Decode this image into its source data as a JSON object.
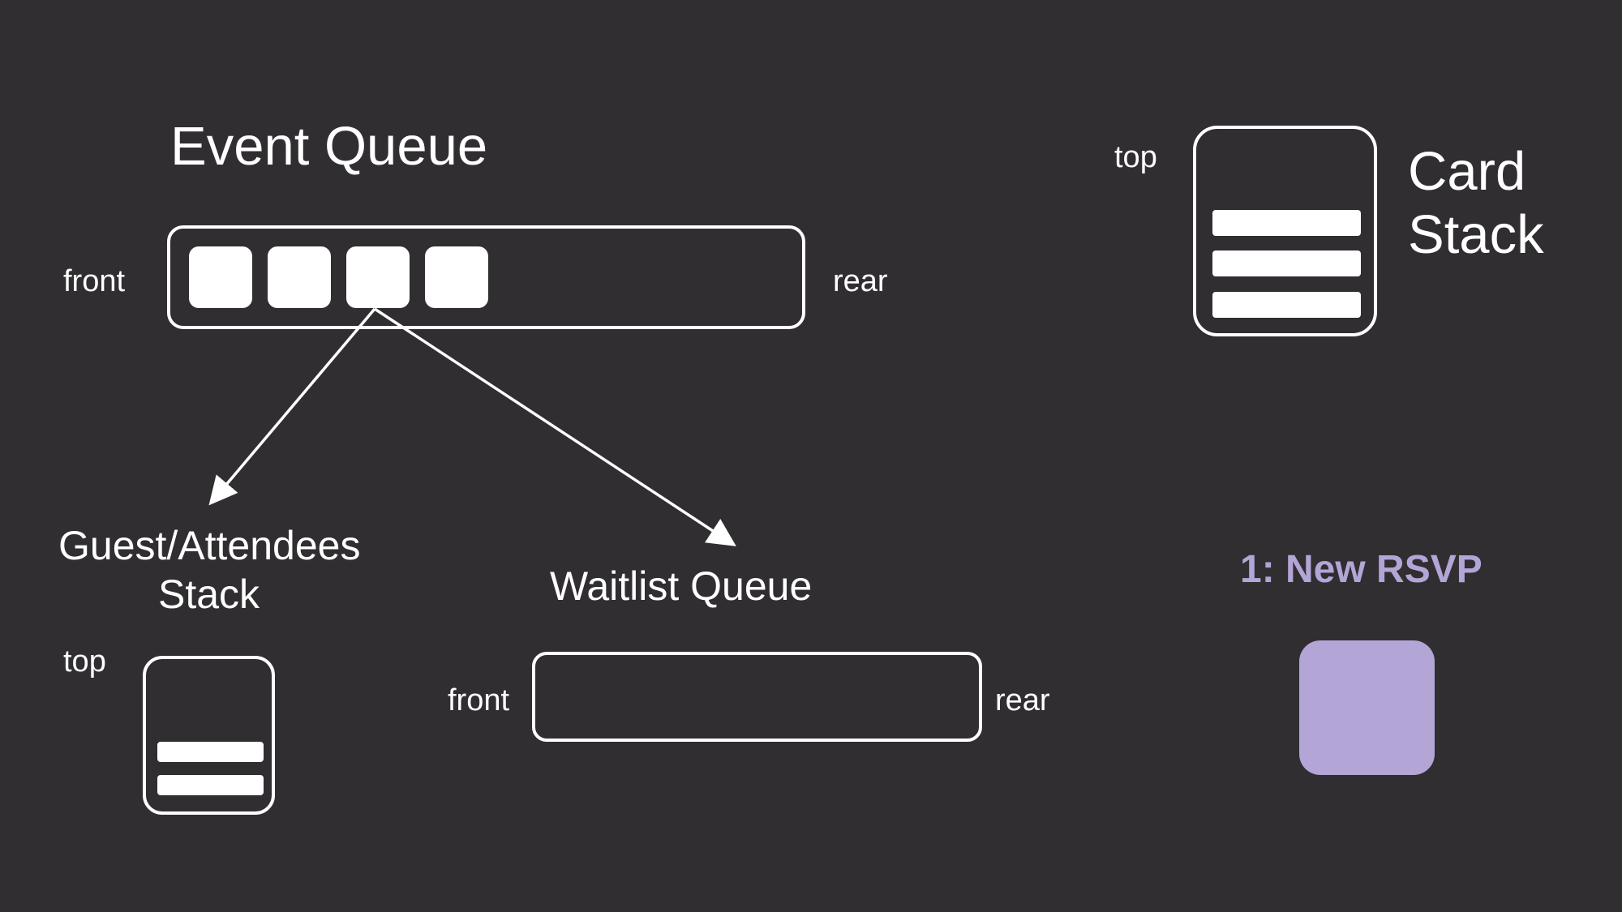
{
  "colors": {
    "background": "#302e31",
    "stroke": "#ffffff",
    "accent": "#b3a5d6"
  },
  "event_queue": {
    "title": "Event Queue",
    "front_label": "front",
    "rear_label": "rear",
    "item_count": 4
  },
  "card_stack": {
    "title_line1": "Card",
    "title_line2": "Stack",
    "top_label": "top",
    "card_count": 3
  },
  "guest_stack": {
    "title_line1": "Guest/Attendees",
    "title_line2": "Stack",
    "top_label": "top",
    "card_count": 2
  },
  "waitlist_queue": {
    "title": "Waitlist Queue",
    "front_label": "front",
    "rear_label": "rear",
    "item_count": 0
  },
  "current_action": {
    "label": "1: New RSVP"
  }
}
